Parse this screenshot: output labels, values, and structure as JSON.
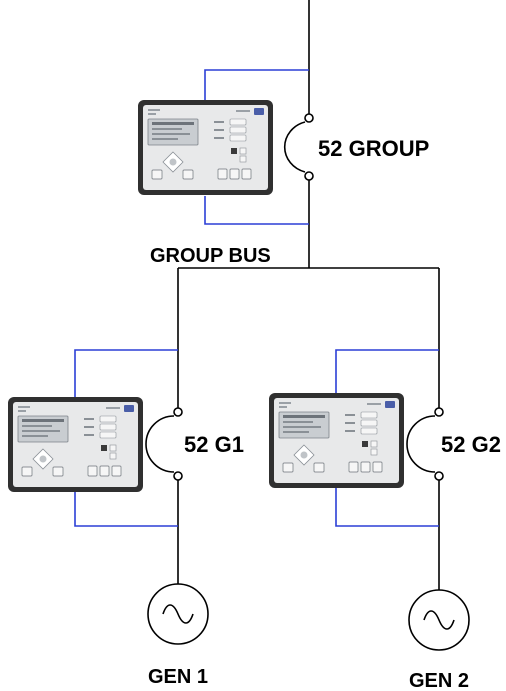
{
  "colors": {
    "power_line": "#000000",
    "signal_line": "#2b3fd6",
    "controller_bezel": "#303030",
    "controller_face": "#e8e9ea",
    "controller_screen": "#c9cdd1"
  },
  "labels": {
    "breaker_group": "52 GROUP",
    "group_bus": "GROUP BUS",
    "breaker_g1": "52 G1",
    "breaker_g2": "52 G2",
    "gen1": "GEN 1",
    "gen2": "GEN 2"
  },
  "icons": {
    "generator": "sine-wave-in-circle",
    "breaker": "open-contact-arc",
    "controller": "genset-controller-panel"
  }
}
